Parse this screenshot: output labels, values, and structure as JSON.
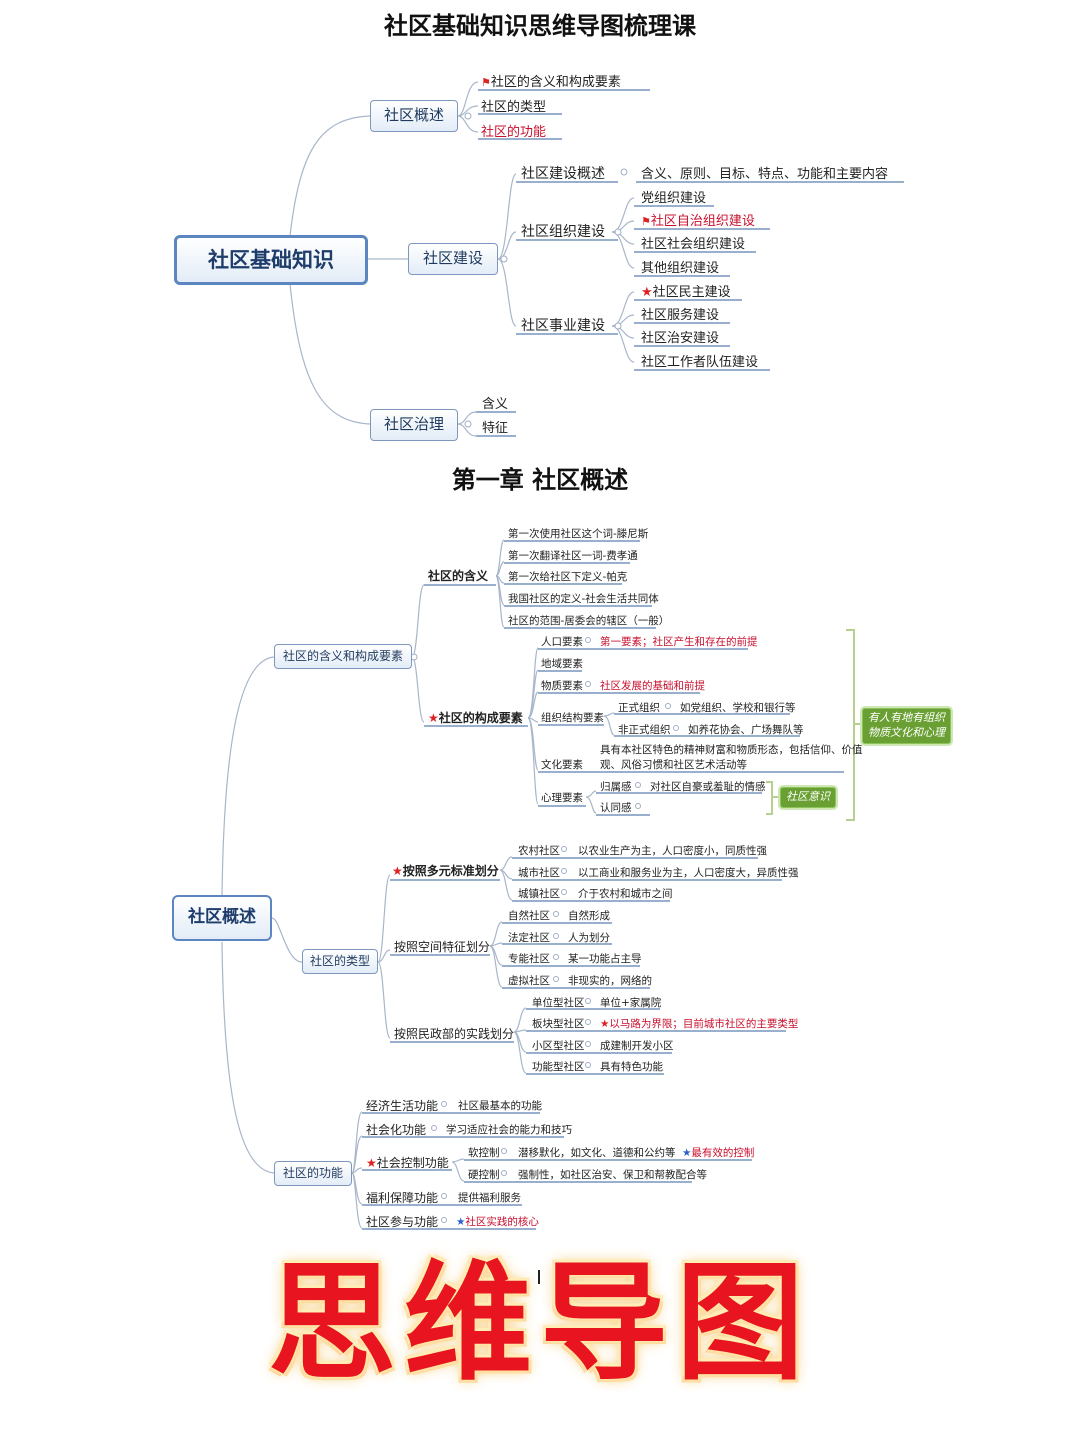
{
  "titles": {
    "main": "社区基础知识思维导图梳理课",
    "chapter": "第一章  社区概述",
    "banner": "思维导图"
  },
  "map1": {
    "root": "社区基础知识",
    "overview": {
      "label": "社区概述",
      "items": [
        "社区的含义和构成要素",
        "社区的类型",
        "社区的功能"
      ]
    },
    "construction": {
      "label": "社区建设",
      "summary": {
        "label": "社区建设概述",
        "detail": "含义、原则、目标、特点、功能和主要内容"
      },
      "org": {
        "label": "社区组织建设",
        "items": [
          "党组织建设",
          "社区自治组织建设",
          "社区社会组织建设",
          "其他组织建设"
        ]
      },
      "cause": {
        "label": "社区事业建设",
        "items": [
          "社区民主建设",
          "社区服务建设",
          "社区治安建设",
          "社区工作者队伍建设"
        ]
      }
    },
    "governance": {
      "label": "社区治理",
      "items": [
        "含义",
        "特征"
      ]
    }
  },
  "map2": {
    "root": "社区概述",
    "meaning_elements": {
      "label": "社区的含义和构成要素",
      "meaning": {
        "label": "社区的含义",
        "items": [
          "第一次使用社区这个词-滕尼斯",
          "第一次翻译社区一词-费孝通",
          "第一次给社区下定义-帕克",
          "我国社区的定义-社会生活共同体",
          "社区的范围-居委会的辖区（一般）"
        ]
      },
      "elements": {
        "label": "社区的构成要素",
        "population": {
          "label": "人口要素",
          "detail": "第一要素；社区产生和存在的前提"
        },
        "region": {
          "label": "地域要素"
        },
        "material": {
          "label": "物质要素",
          "detail": "社区发展的基础和前提"
        },
        "org": {
          "label": "组织结构要素",
          "formal": {
            "label": "正式组织",
            "detail": "如党组织、学校和银行等"
          },
          "informal": {
            "label": "非正式组织",
            "detail": "如养花协会、广场舞队等"
          }
        },
        "culture": {
          "label": "文化要素",
          "detail1": "具有本社区特色的精神财富和物质形态，包括信仰、价值",
          "detail2": "观、风俗习惯和社区艺术活动等"
        },
        "psych": {
          "label": "心理要素",
          "belong": {
            "label": "归属感",
            "detail": "对社区自豪或羞耻的情感"
          },
          "identity": {
            "label": "认同感"
          }
        },
        "consciousness": "社区意识",
        "summary1": "有人有地有组织",
        "summary2": "物质文化和心理"
      }
    },
    "types": {
      "label": "社区的类型",
      "multi": {
        "label": "按照多元标准划分",
        "rows": [
          {
            "k": "农村社区",
            "v": "以农业生产为主，人口密度小，同质性强"
          },
          {
            "k": "城市社区",
            "v": "以工商业和服务业为主，人口密度大，异质性强"
          },
          {
            "k": "城镇社区",
            "v": "介于农村和城市之间"
          }
        ]
      },
      "space": {
        "label": "按照空间特征划分",
        "rows": [
          {
            "k": "自然社区",
            "v": "自然形成"
          },
          {
            "k": "法定社区",
            "v": "人为划分"
          },
          {
            "k": "专能社区",
            "v": "某一功能占主导"
          },
          {
            "k": "虚拟社区",
            "v": "非现实的，网络的"
          }
        ]
      },
      "civil": {
        "label": "按照民政部的实践划分",
        "rows": [
          {
            "k": "单位型社区",
            "v": "单位+家属院"
          },
          {
            "k": "板块型社区",
            "v": "以马路为界限；目前城市社区的主要类型"
          },
          {
            "k": "小区型社区",
            "v": "成建制开发小区"
          },
          {
            "k": "功能型社区",
            "v": "具有特色功能"
          }
        ]
      }
    },
    "functions": {
      "label": "社区的功能",
      "econ": {
        "label": "经济生活功能",
        "detail": "社区最基本的功能"
      },
      "social": {
        "label": "社会化功能",
        "detail": "学习适应社会的能力和技巧"
      },
      "control": {
        "label": "社会控制功能",
        "soft": {
          "label": "软控制",
          "detail": "潜移默化，如文化、道德和公约等",
          "note": "最有效的控制"
        },
        "hard": {
          "label": "硬控制",
          "detail": "强制性，如社区治安、保卫和帮教配合等"
        }
      },
      "welfare": {
        "label": "福利保障功能",
        "detail": "提供福利服务"
      },
      "participate": {
        "label": "社区参与功能",
        "detail": "社区实践的核心"
      }
    }
  },
  "colors": {
    "line": "#9fb0c8",
    "underline": "#5b7fb0",
    "accent_red": "#c8102e",
    "box_border": "#7e98bd",
    "green": "#6aa033"
  }
}
